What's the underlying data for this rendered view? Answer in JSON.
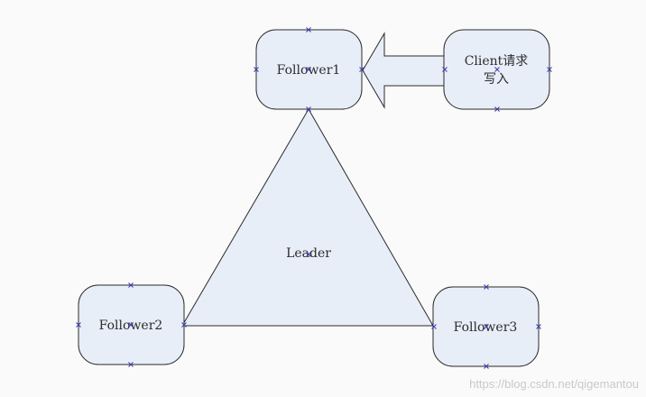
{
  "colors": {
    "node_fill": "#e8eef8",
    "stroke": "#2b2b2b",
    "handle": "#3a3aa8",
    "watermark": "#c9c9c9"
  },
  "nodes": {
    "follower1": {
      "label": "Follower1"
    },
    "follower2": {
      "label": "Follower2"
    },
    "follower3": {
      "label": "Follower3"
    },
    "client": {
      "label_line1": "Client请求",
      "label_line2": "写入"
    },
    "leader": {
      "label": "Leader"
    }
  },
  "connectors": {
    "client_to_follower1": {
      "icon": "left-arrow-icon"
    }
  },
  "watermark": "https://blog.csdn.net/qigemantou"
}
